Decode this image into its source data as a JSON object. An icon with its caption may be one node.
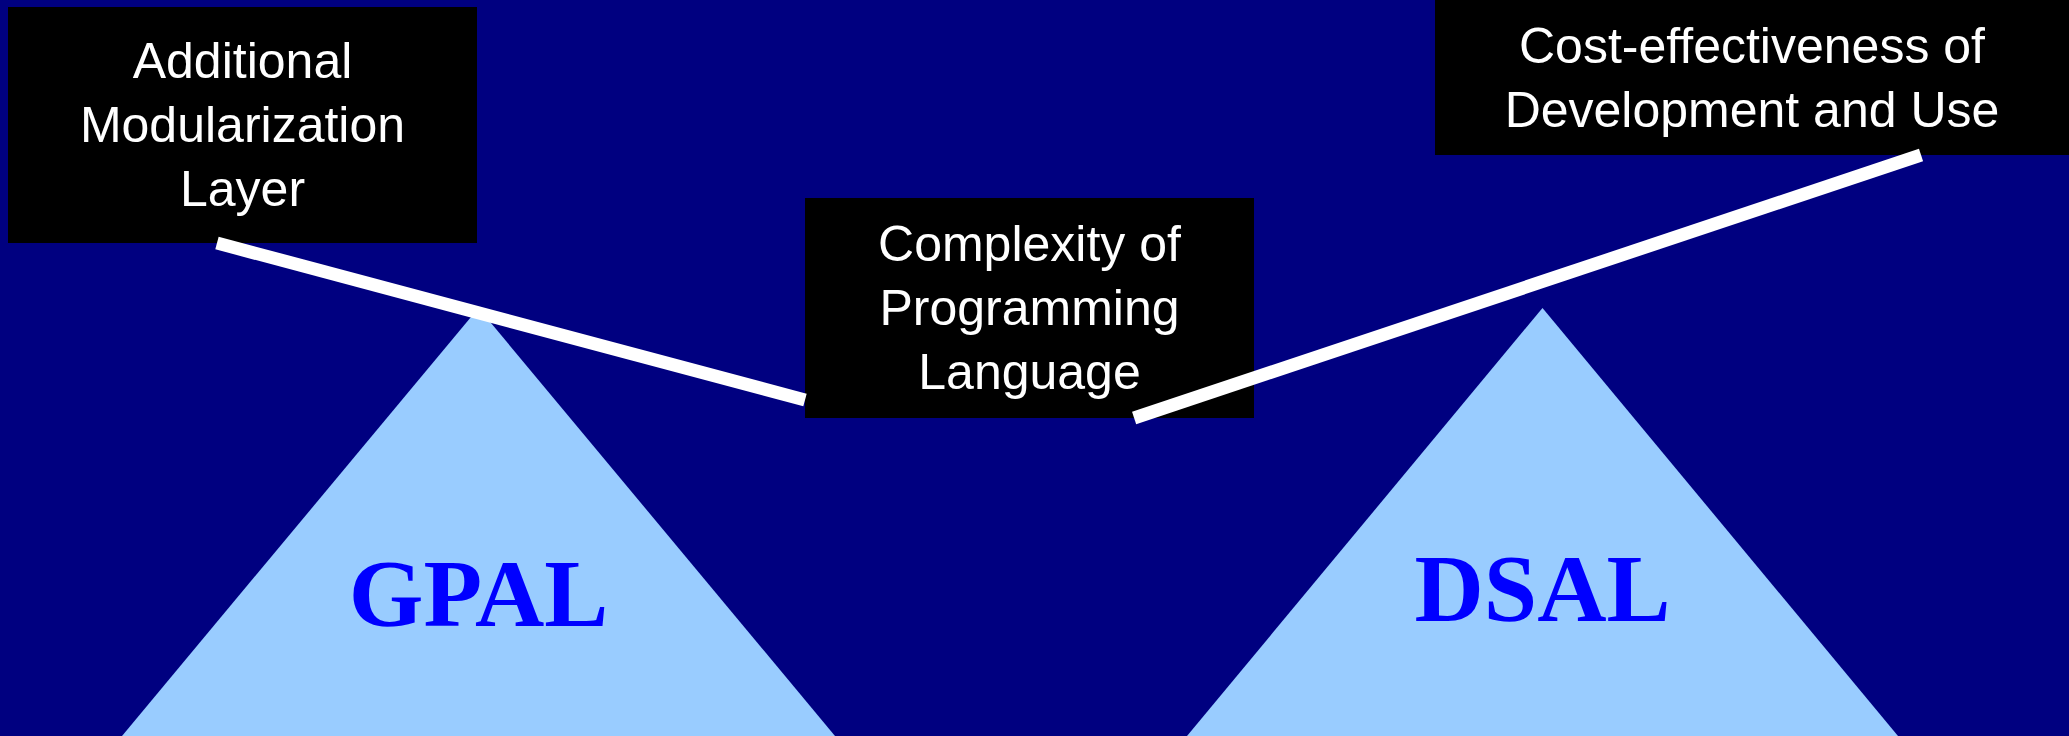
{
  "diagram": {
    "nodes": [
      {
        "text": [
          "Additional Modularization Layer"
        ]
      },
      {
        "text": [
          "Complexity of Programming Language"
        ]
      },
      {
        "text": [
          "Cost-effectiveness of Development and Use"
        ]
      },
      {
        "text": [
          "GPAL"
        ]
      },
      {
        "text": [
          "DSAL"
        ]
      }
    ],
    "edges": [
      {
        "from": 0,
        "to": 1,
        "arrow": "none"
      },
      {
        "from": 1,
        "to": 2,
        "arrow": "none"
      }
    ]
  }
}
